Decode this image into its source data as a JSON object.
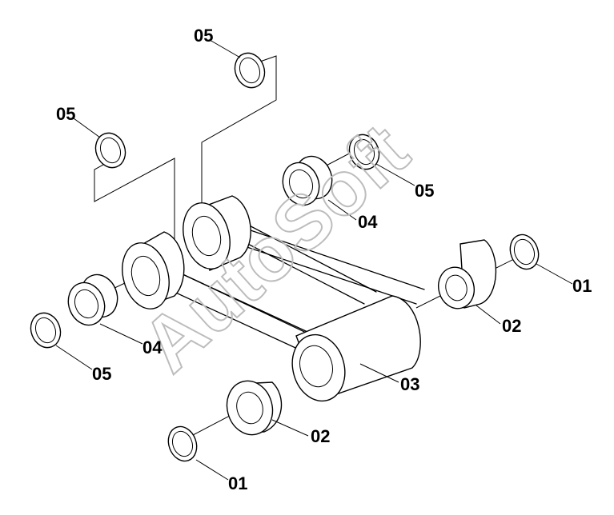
{
  "labels": {
    "l05_top": "05",
    "l05_left": "05",
    "l05_right": "05",
    "l05_bottom": "05",
    "l04_right": "04",
    "l04_left": "04",
    "l01_right": "01",
    "l01_bottom": "01",
    "l02_right": "02",
    "l02_bottom": "02",
    "l03": "03"
  },
  "watermark": "AutoSoft"
}
